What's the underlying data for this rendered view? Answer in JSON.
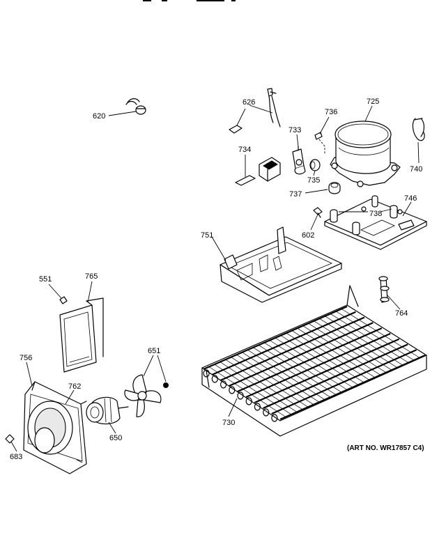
{
  "labels": {
    "p620": "620",
    "p626": "626",
    "p736": "736",
    "p725": "725",
    "p733": "733",
    "p734": "734",
    "p735": "735",
    "p740": "740",
    "p737": "737",
    "p746": "746",
    "p738": "738",
    "p602": "602",
    "p751": "751",
    "p551": "551",
    "p765": "765",
    "p764": "764",
    "p756": "756",
    "p651": "651",
    "p762": "762",
    "p650": "650",
    "p730": "730",
    "p683": "683"
  },
  "art_number": "(ART NO. WR17857 C4)"
}
